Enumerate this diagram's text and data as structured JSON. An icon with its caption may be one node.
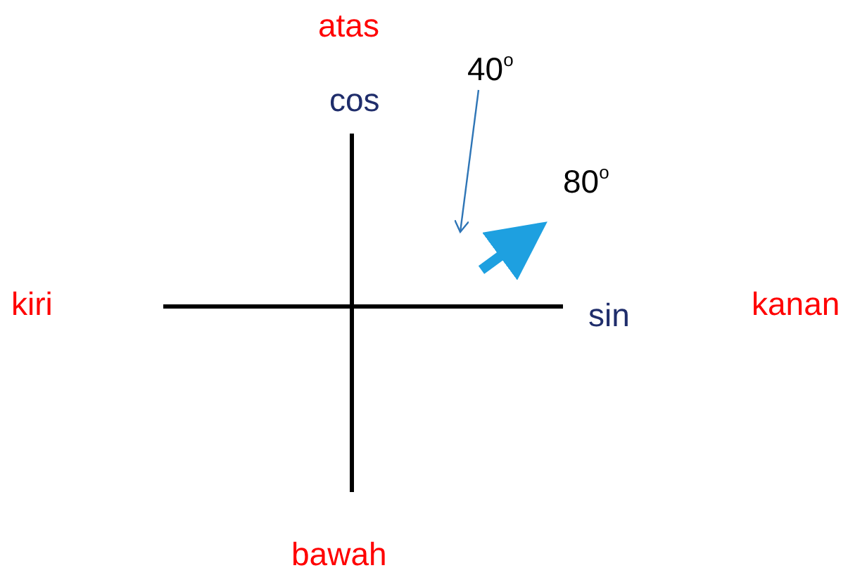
{
  "diagram": {
    "labels": [
      "atas",
      "40$^{o}$",
      "cos",
      "80$^{o}$",
      "kiri",
      "sin",
      "kanan",
      "bawah"
    ]
  }
}
